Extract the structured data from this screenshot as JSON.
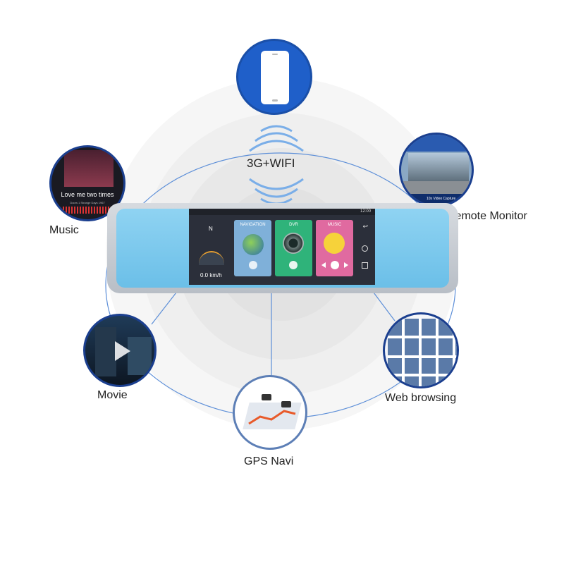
{
  "connectivity": {
    "label": "3G+WIFI"
  },
  "labels": {
    "music": "Music",
    "remote_monitor": "Remote Monitor",
    "movie": "Movie",
    "web_browsing": "Web browsing",
    "gps_navi": "GPS Navi"
  },
  "music_thumb": {
    "song": "Love me two times",
    "artist": "Doors 1 Strange Days 1967"
  },
  "remote_thumb": {
    "caption": "10x Video Capture"
  },
  "mirror_screen": {
    "compass": "N",
    "speed": "0.0 km/h",
    "time": "12:00",
    "tiles": [
      {
        "title": "NAVIGATION",
        "color": "#7fb0d9"
      },
      {
        "title": "DVR",
        "color": "#2fb37a"
      },
      {
        "title": "MUSIC",
        "color": "#e06aa0"
      }
    ]
  },
  "colors": {
    "ring": "#5d8fd8",
    "accent": "#1b4fa8"
  }
}
